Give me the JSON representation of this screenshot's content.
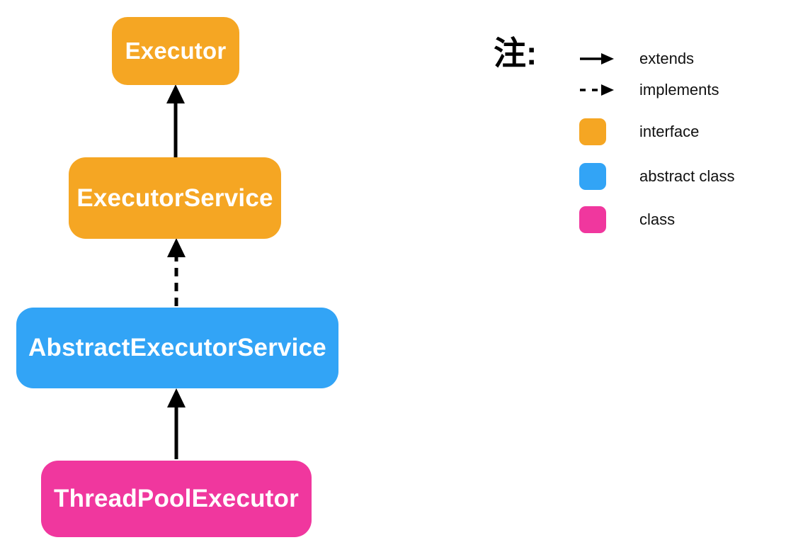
{
  "diagram": {
    "nodes": [
      {
        "id": "executor",
        "label": "Executor",
        "type": "interface"
      },
      {
        "id": "executor-service",
        "label": "ExecutorService",
        "type": "interface"
      },
      {
        "id": "abstract-executor-service",
        "label": "AbstractExecutorService",
        "type": "abstract class"
      },
      {
        "id": "thread-pool-executor",
        "label": "ThreadPoolExecutor",
        "type": "class"
      }
    ],
    "edges": [
      {
        "from": "ExecutorService",
        "to": "Executor",
        "relation": "extends",
        "style": "solid"
      },
      {
        "from": "AbstractExecutorService",
        "to": "ExecutorService",
        "relation": "implements",
        "style": "dashed"
      },
      {
        "from": "ThreadPoolExecutor",
        "to": "AbstractExecutorService",
        "relation": "extends",
        "style": "solid"
      }
    ]
  },
  "legend": {
    "title": "注:",
    "items": [
      {
        "symbol": "solid-arrow",
        "label": "extends"
      },
      {
        "symbol": "dashed-arrow",
        "label": "implements"
      },
      {
        "symbol": "color-swatch",
        "color": "#F5A623",
        "label": "interface"
      },
      {
        "symbol": "color-swatch",
        "color": "#32A4F6",
        "label": "abstract class"
      },
      {
        "symbol": "color-swatch",
        "color": "#F0379E",
        "label": "class"
      }
    ]
  },
  "colors": {
    "interface": "#F5A623",
    "abstract_class": "#32A4F6",
    "class": "#F0379E",
    "arrow": "#000000",
    "node_text": "#FFFFFF",
    "background": "#FFFFFF"
  }
}
